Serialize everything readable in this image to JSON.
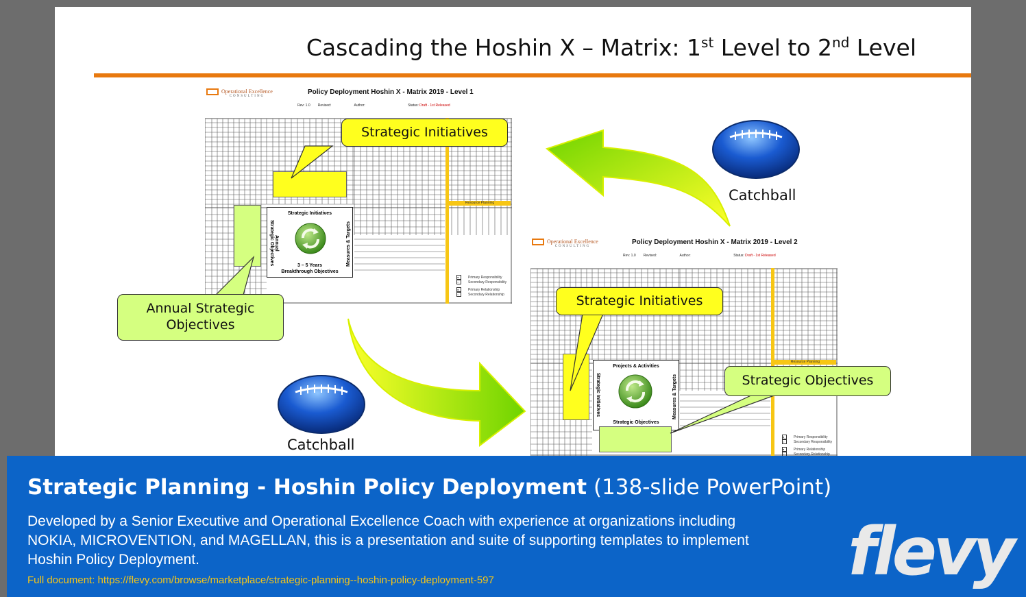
{
  "slide": {
    "title": "Cascading the Hoshin X – Matrix: 1",
    "title_sup1": "st",
    "title_mid": " Level to 2",
    "title_sup2": "nd",
    "title_end": " Level"
  },
  "matrix1": {
    "logo_text": "Operational Excellence",
    "logo_sub": "CONSULTING",
    "header": "Policy Deployment Hoshin X - Matrix 2019 - Level 1",
    "meta_rev": "Rev: 1.0",
    "meta_revised": "Revised:",
    "meta_author": "Author:",
    "meta_status": "Status:",
    "meta_status_value": "Draft - 1st Released",
    "center_top": "Strategic Initiatives",
    "center_left": "Annual\nStrategic Objectives",
    "center_right": "Measures & Targets",
    "center_bottom_1": "3 – 5 Years",
    "center_bottom_2": "Breakthrough Objectives",
    "resource_planning": "Resource Planning",
    "legend": [
      {
        "sym": "●",
        "text": "Primary Responsibility"
      },
      {
        "sym": "○",
        "text": "Secondary Responsibility"
      },
      {
        "sym": "●",
        "text": "Primary Relationship"
      },
      {
        "sym": "○",
        "text": "Secondary Relationship"
      }
    ]
  },
  "matrix2": {
    "logo_text": "Operational Excellence",
    "logo_sub": "CONSULTING",
    "header": "Policy Deployment Hoshin X - Matrix 2019 - Level 2",
    "meta_rev": "Rev: 1.0",
    "meta_revised": "Revised:",
    "meta_author": "Author:",
    "meta_status": "Status:",
    "meta_status_value": "Draft - 1st Released",
    "center_top": "Projects & Activities",
    "center_left": "Strategic Initiatives",
    "center_right": "Measures & Targets",
    "center_bottom_1": "Strategic Objectives",
    "resource_planning": "Resource Planning",
    "legend": [
      {
        "sym": "●",
        "text": "Primary Responsibility"
      },
      {
        "sym": "○",
        "text": "Secondary Responsibility"
      },
      {
        "sym": "●",
        "text": "Primary Relationship"
      },
      {
        "sym": "○",
        "text": "Secondary Relationship"
      }
    ]
  },
  "callouts": {
    "strategic_initiatives_1": "Strategic Initiatives",
    "annual_strategic_objectives": "Annual Strategic Objectives",
    "strategic_initiatives_2": "Strategic Initiatives",
    "strategic_objectives": "Strategic Objectives"
  },
  "catchball_top": "Catchball",
  "catchball_bottom": "Catchball",
  "colors": {
    "accent_orange": "#e8790f",
    "callout_yellow": "#ffff1e",
    "callout_green": "#d5ff80",
    "arrow_green": "#6fd400",
    "footer_blue": "#0c64c8",
    "link_gold": "#f5c518"
  },
  "footer": {
    "title_bold": "Strategic Planning - Hoshin Policy Deployment",
    "title_light": "(138-slide PowerPoint)",
    "description": "Developed by a Senior Executive and Operational Excellence Coach with experience at organizations including NOKIA, MICROVENTION, and MAGELLAN, this is a presentation and suite of supporting templates to implement Hoshin Policy Deployment.",
    "link": "Full document: https://flevy.com/browse/marketplace/strategic-planning--hoshin-policy-deployment-597",
    "logo": "flevy"
  }
}
